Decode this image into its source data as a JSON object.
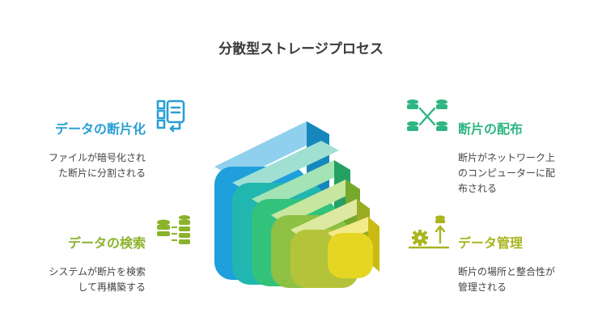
{
  "title": "分散型ストレージプロセス",
  "steps": [
    {
      "head": "データの断片化",
      "desc": [
        "ファイルが暗号化され",
        "た断片に分割される"
      ],
      "icon": "document-split-icon",
      "color": "#2a9fd6"
    },
    {
      "head": "データの検索",
      "desc": [
        "システムが断片を検索",
        "して再構築する"
      ],
      "icon": "database-search-icon",
      "color": "#8bb32c"
    },
    {
      "head": "断片の配布",
      "desc": [
        "断片がネットワーク上",
        "のコンピューターに配",
        "布される"
      ],
      "icon": "database-network-icon",
      "color": "#2eb582"
    },
    {
      "head": "データ管理",
      "desc": [
        "断片の場所と整合性が",
        "管理される"
      ],
      "icon": "database-gear-icon",
      "color": "#a8b51f"
    }
  ]
}
